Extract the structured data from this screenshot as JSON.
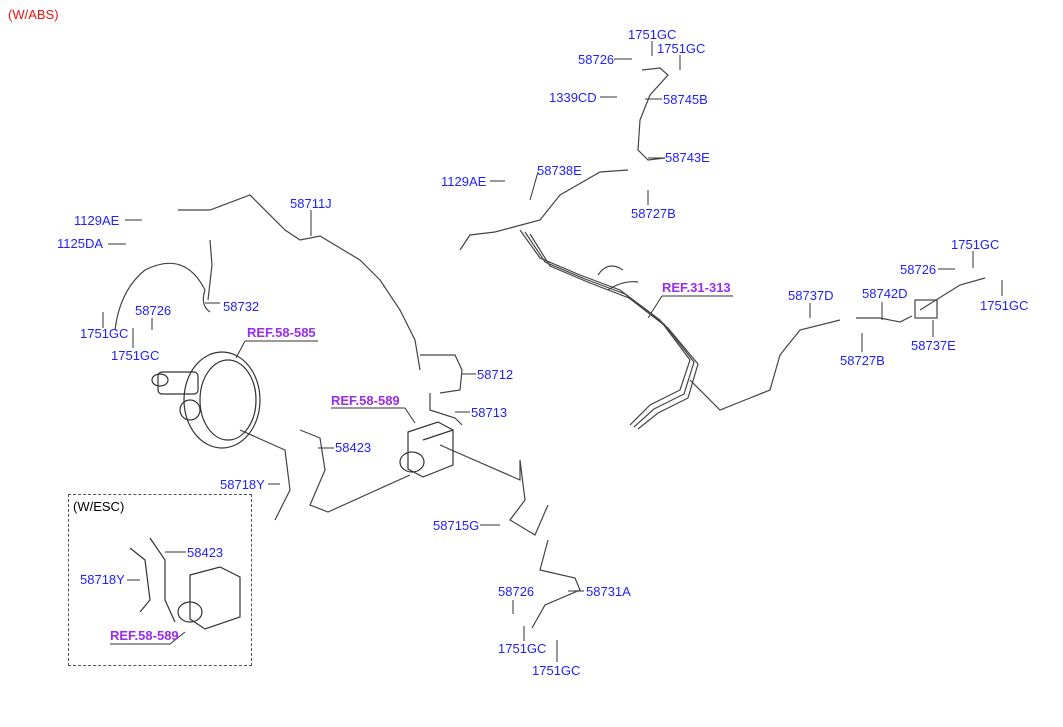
{
  "title": "(W/ABS)",
  "esc_note": "(W/ESC)",
  "colors": {
    "part_label": "#1f1fff",
    "ref_label": "#9a2cf0",
    "title": "#ee1111"
  },
  "labels": [
    "1751GC",
    "58726",
    "1751GC",
    "1339CD",
    "58745B",
    "58743E",
    "58738E",
    "1129AE",
    "58727B",
    "58711J",
    "1129AE",
    "1125DA",
    "58732",
    "58726",
    "1751GC",
    "1751GC",
    "58712",
    "58713",
    "58423",
    "58718Y",
    "58715G",
    "58423",
    "58718Y",
    "58731A",
    "58726",
    "1751GC",
    "1751GC",
    "58737D",
    "58742D",
    "1751GC",
    "58726",
    "1751GC",
    "58737E",
    "58727B"
  ],
  "refs": [
    "REF.58-585",
    "REF.58-589",
    "REF.58-589",
    "REF.31-313"
  ]
}
